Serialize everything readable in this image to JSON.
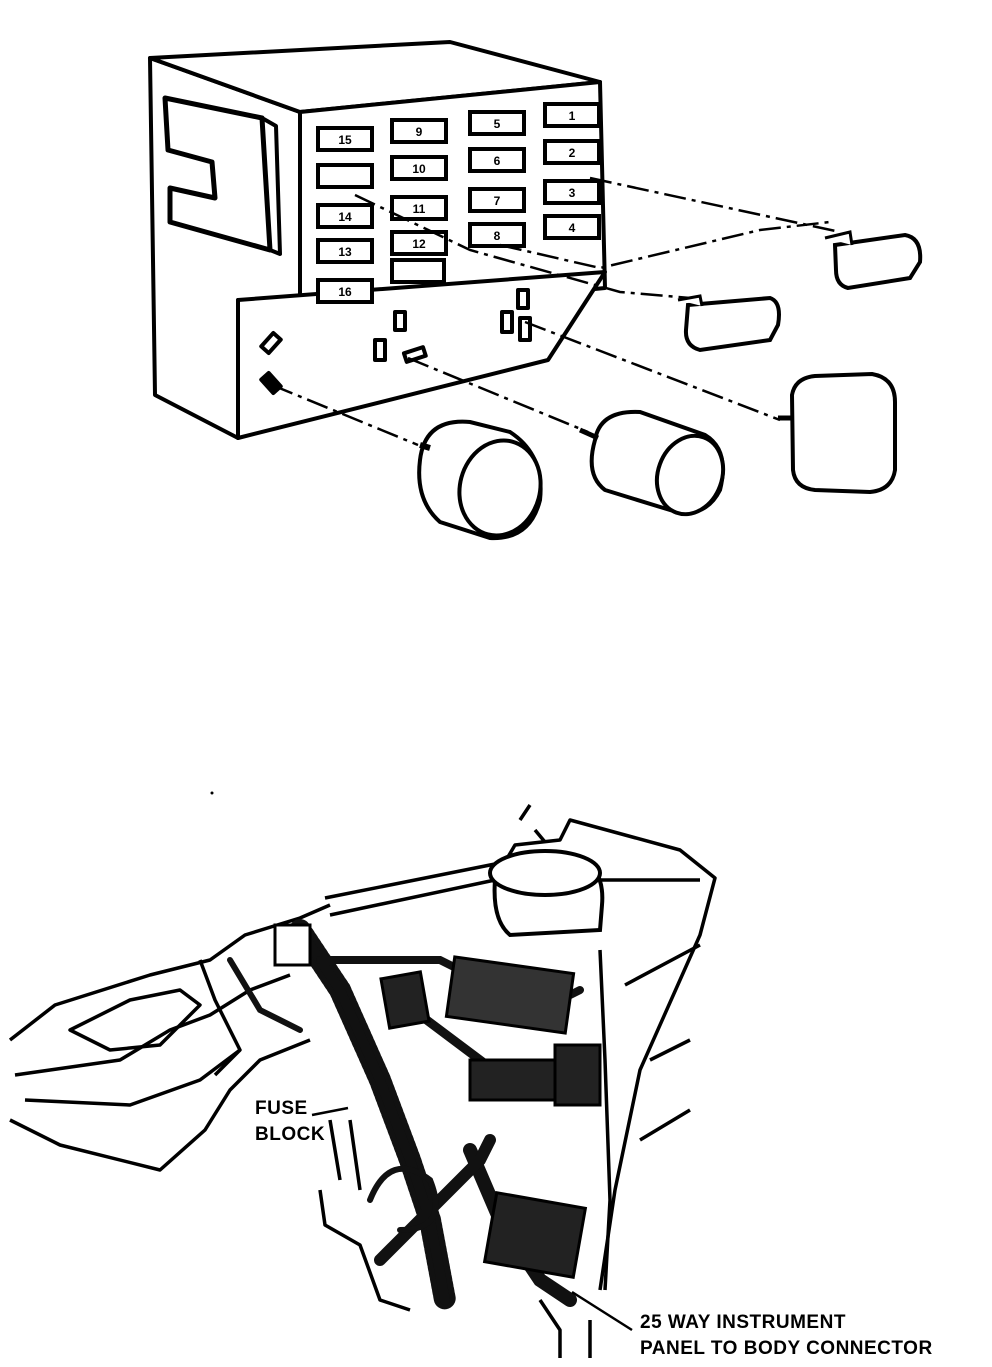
{
  "fuse_block_numbers": [
    [
      "15",
      "9",
      "5",
      "1"
    ],
    [
      "",
      "10",
      "6",
      "2"
    ],
    [
      "14",
      "11",
      "7",
      "3"
    ],
    [
      "13",
      "12",
      "8",
      "4"
    ],
    [
      "16",
      "",
      "",
      ""
    ]
  ],
  "labels": {
    "fuse_block": [
      "FUSE",
      "BLOCK"
    ],
    "connector": [
      "25 WAY INSTRUMENT",
      "PANEL TO BODY CONNECTOR"
    ]
  }
}
